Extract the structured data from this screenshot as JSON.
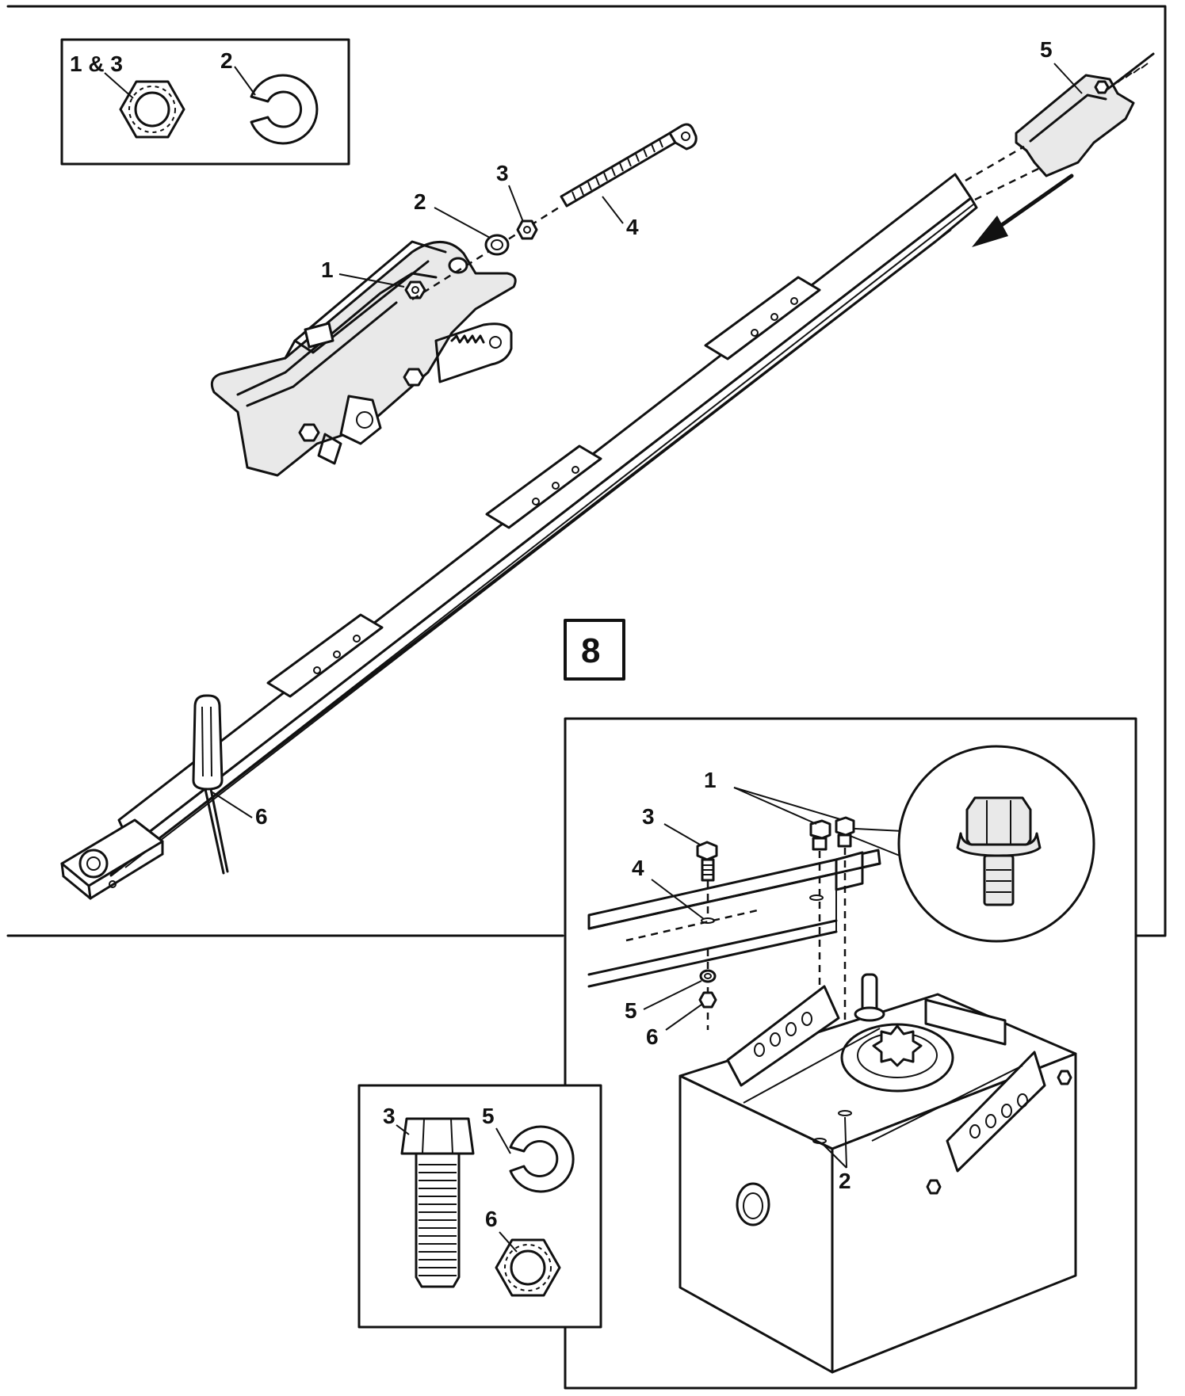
{
  "step_number": "8",
  "main_panel": {
    "labels": {
      "l1": "1",
      "l2": "2",
      "l3": "3",
      "l4": "4",
      "l5": "5",
      "l6": "6"
    }
  },
  "inset_top_left": {
    "label_nut": "1 & 3",
    "label_washer": "2"
  },
  "detail_panel": {
    "labels": {
      "l1": "1",
      "l2": "2",
      "l3": "3",
      "l4": "4",
      "l5": "5",
      "l6": "6"
    }
  },
  "inset_bottom": {
    "label_bolt": "3",
    "label_washer": "5",
    "label_nut": "6"
  }
}
